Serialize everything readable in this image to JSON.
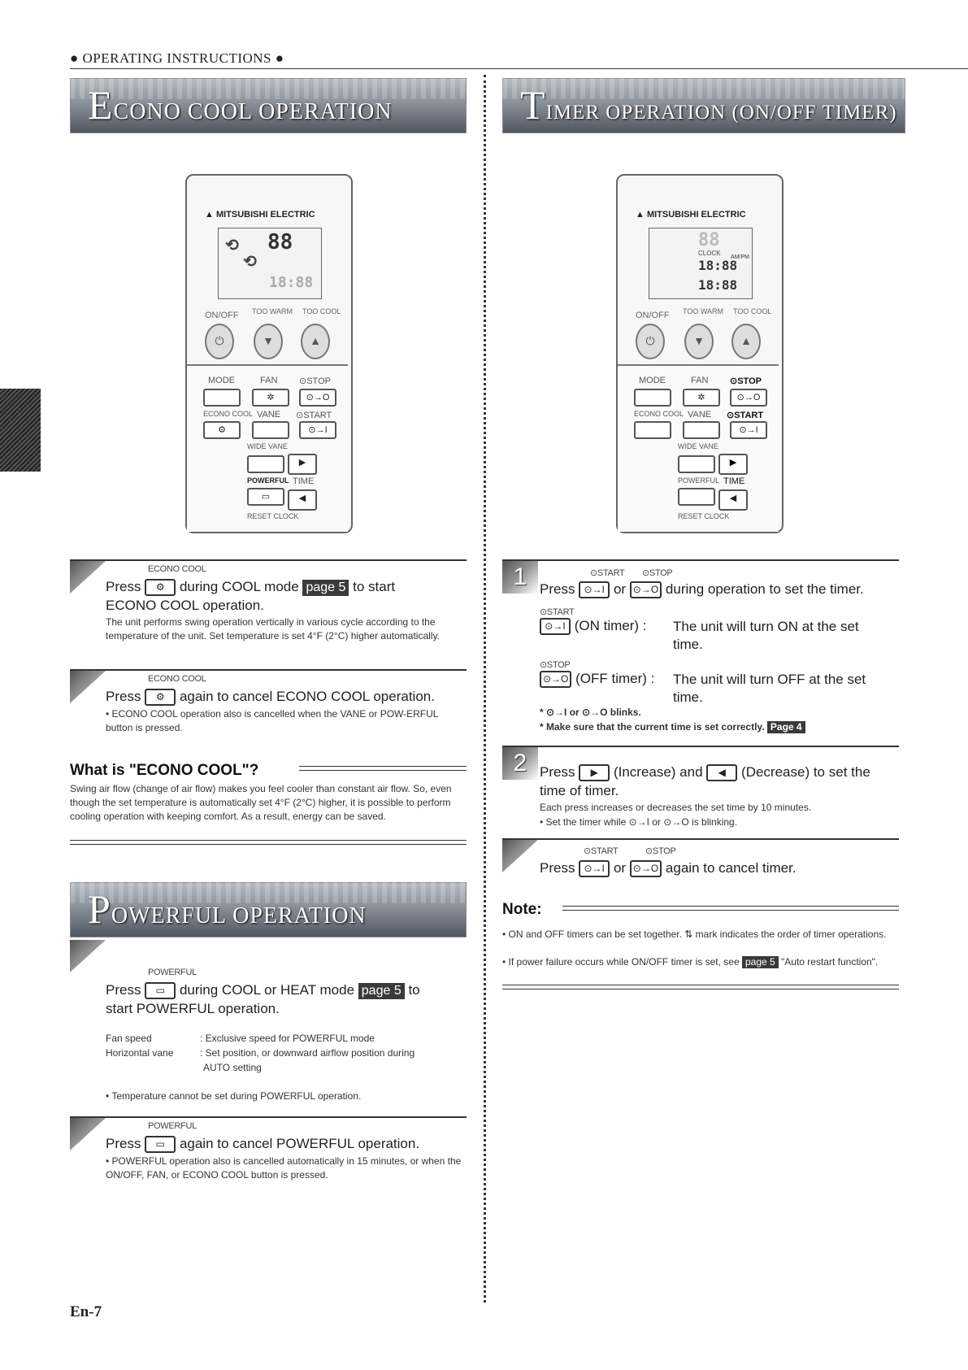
{
  "header": "● OPERATING INSTRUCTIONS ●",
  "footer": "En-7",
  "econo": {
    "title_cap": "E",
    "title_rest": "CONO COOL OPERATION",
    "step1": {
      "button_caption": "ECONO COOL",
      "press": "Press",
      "text_mid": "during COOL mode",
      "page_ref": "page 5",
      "text_end": "to start",
      "line2": "ECONO COOL operation.",
      "desc": "The unit performs swing operation vertically in various cycle according to the temperature of the unit. Set temperature is set 4°F (2°C) higher automatically."
    },
    "step2": {
      "button_caption": "ECONO COOL",
      "press": "Press",
      "text": "again to cancel ECONO COOL operation.",
      "bullet": "• ECONO COOL operation also is cancelled when the VANE or POW-ERFUL button is pressed."
    },
    "what_title": "What is \"ECONO COOL\"?",
    "what_text": "Swing air flow (change of air flow) makes you feel cooler than constant air flow. So, even though the set temperature is automatically set 4°F (2°C) higher, it is possible to perform cooling operation with keeping comfort. As a result, energy can be saved."
  },
  "powerful": {
    "title_cap": "P",
    "title_rest": "OWERFUL OPERATION",
    "step1": {
      "button_caption": "POWERFUL",
      "press": "Press",
      "text_mid": "during COOL or HEAT mode",
      "page_ref": "page 5",
      "text_end": "to",
      "line2": "start POWERFUL operation.",
      "fan_label": "Fan speed",
      "fan_value": ": Exclusive speed for POWERFUL mode",
      "vane_label": "Horizontal vane",
      "vane_value": ": Set position, or downward airflow position during",
      "vane_value2": "AUTO setting",
      "bullet": "• Temperature cannot be set during POWERFUL operation."
    },
    "step2": {
      "button_caption": "POWERFUL",
      "press": "Press",
      "text": "again to cancel POWERFUL operation.",
      "bullet": "• POWERFUL operation also is cancelled automatically in 15 minutes, or when the ON/OFF, FAN, or ECONO COOL button is pressed."
    }
  },
  "timer": {
    "title_cap": "T",
    "title_rest": "IMER OPERATION (ON/OFF TIMER)",
    "step1": {
      "number": "1",
      "caption_start": "⊙START",
      "caption_stop": "⊙STOP",
      "press": "Press",
      "btn_on": "⊙→I",
      "or": "or",
      "btn_off": "⊙→O",
      "text": "during operation to set the timer.",
      "on_caption": "⊙START",
      "on_label": "(ON timer) :",
      "on_desc": "The unit will turn ON at the set time.",
      "off_caption": "⊙STOP",
      "off_label": "(OFF timer) :",
      "off_desc": "The unit will turn OFF at the set time.",
      "note1": "* ⊙→I or ⊙→O blinks.",
      "note2": "* Make sure that the current time is set correctly.",
      "note2_ref": "Page 4"
    },
    "step2": {
      "number": "2",
      "press": "Press",
      "inc_label": "(Increase) and",
      "dec_label": "(Decrease) to set the",
      "line2": "time of timer.",
      "desc": "Each press increases or decreases the set time by 10 minutes.",
      "bullet": "• Set the timer while ⊙→I or ⊙→O is blinking."
    },
    "step3": {
      "caption_start": "⊙START",
      "caption_stop": "⊙STOP",
      "press": "Press",
      "or": "or",
      "text": "again to cancel timer."
    },
    "note_title": "Note:",
    "note1": "• ON and OFF timers can be set together. ⇅ mark indicates the order of timer operations.",
    "note2_a": "• If power failure occurs while ON/OFF timer is set, see",
    "note2_ref": "page 5",
    "note2_b": "\"Auto restart function\"."
  },
  "remote": {
    "logo": "▲ MITSUBISHI ELECTRIC",
    "display_temp": "88",
    "display_time": "18:88",
    "clock_label": "CLOCK",
    "ampm": "AM/PM",
    "onoff": "ON/OFF",
    "too_warm": "TOO WARM",
    "too_cool": "TOO COOL",
    "mode": "MODE",
    "fan": "FAN",
    "stop": "⊙STOP",
    "econo_cool": "ECONO COOL",
    "vane": "VANE",
    "start": "⊙START",
    "wide_vane": "WIDE VANE",
    "powerful": "POWERFUL",
    "time": "TIME",
    "reset_clock": "RESET  CLOCK",
    "key_off": "⊙→O",
    "key_on": "⊙→I",
    "key_up": "▶",
    "key_down": "◀"
  }
}
